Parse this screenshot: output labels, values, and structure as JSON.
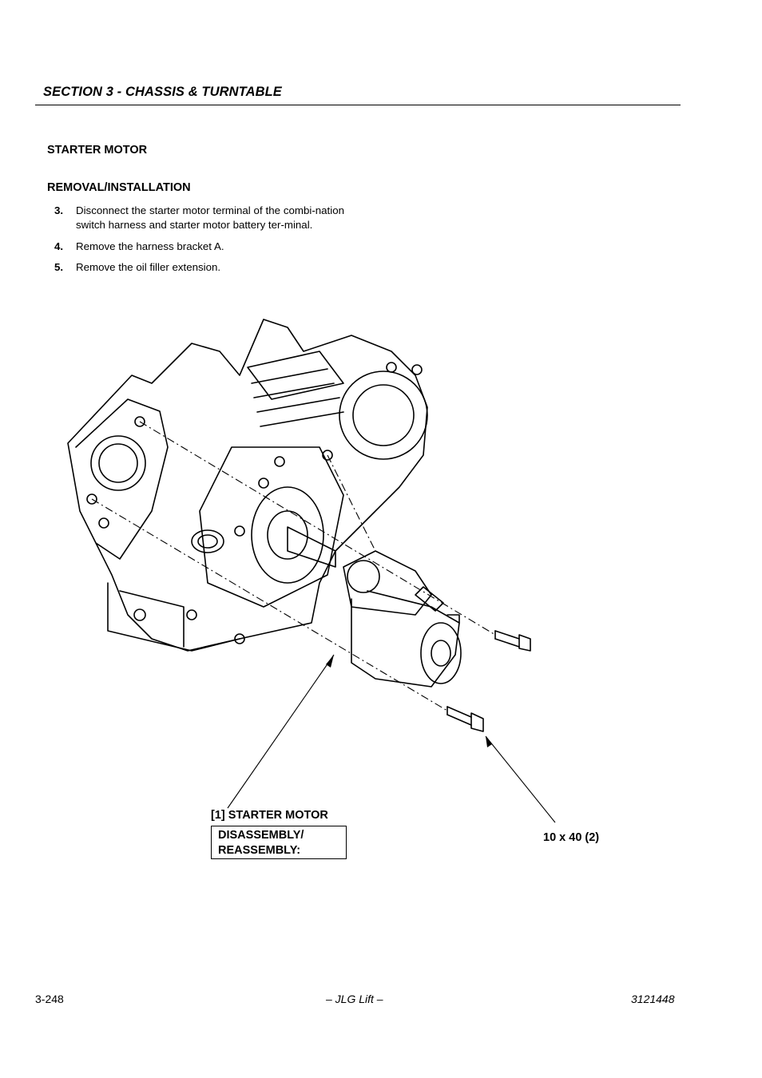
{
  "header": {
    "section_title": "SECTION 3 - CHASSIS & TURNTABLE"
  },
  "content": {
    "heading": "STARTER MOTOR",
    "subheading": "REMOVAL/INSTALLATION",
    "steps": [
      {
        "number": "3.",
        "text": "Disconnect the starter motor terminal of the combi-nation switch harness and starter motor battery ter-minal."
      },
      {
        "number": "4.",
        "text": "Remove the harness bracket A."
      },
      {
        "number": "5.",
        "text": "Remove the oil filler extension."
      }
    ]
  },
  "figure": {
    "label_main": "[1] STARTER MOTOR",
    "box_line1": "DISASSEMBLY/",
    "box_line2": "REASSEMBLY:",
    "bolt_label": "10 x 40 (2)"
  },
  "footer": {
    "page_number": "3-248",
    "center": "– JLG Lift –",
    "doc_number": "3121448"
  }
}
